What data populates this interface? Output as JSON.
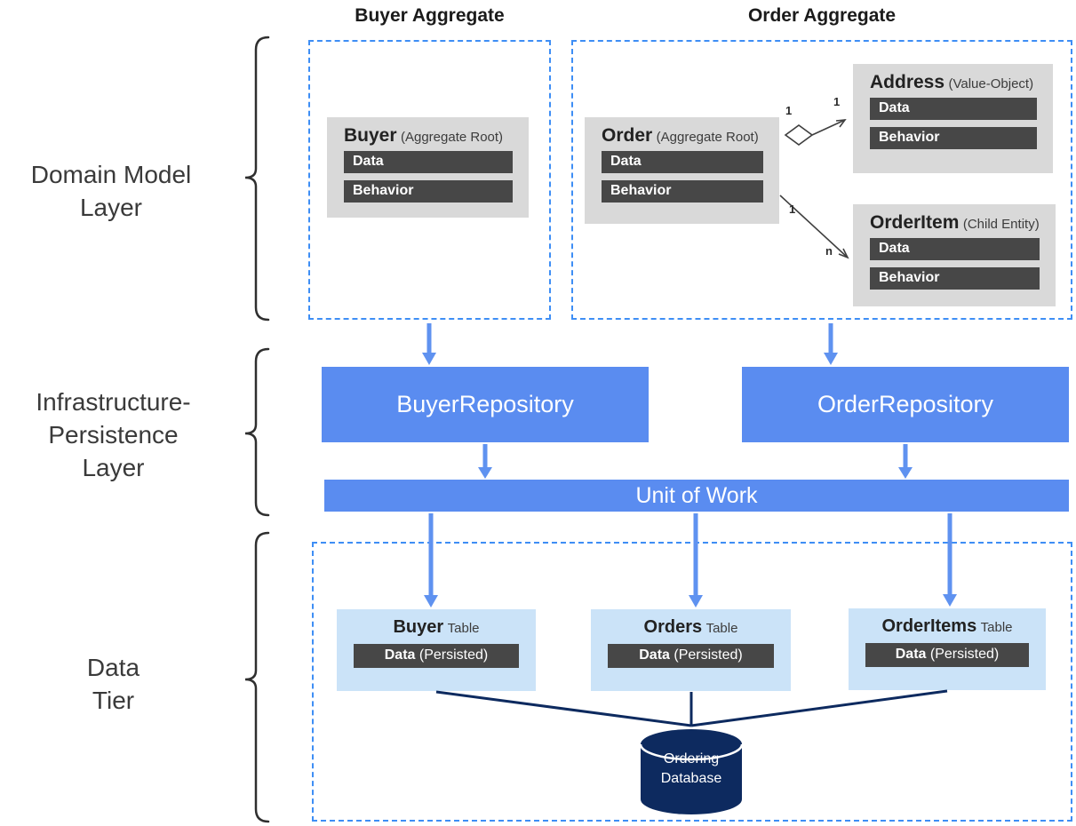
{
  "colors": {
    "dashed_border": "#3e8ef5",
    "repository_blue": "#5a8cf0",
    "arrow_blue": "#5f92f0",
    "card_gray": "#d9d9d9",
    "section_bar_dark": "#474747",
    "table_light_blue": "#cbe3f8",
    "database_navy": "#0d2a5f",
    "brace_dark": "#2f2f2f"
  },
  "layer_labels": {
    "domain": "Domain Model\nLayer",
    "infrastructure": "Infrastructure-\nPersistence\nLayer",
    "data": "Data\nTier"
  },
  "domain_layer": {
    "buyer_aggregate": {
      "title": "Buyer Aggregate",
      "root": {
        "name": "Buyer",
        "stereotype": "(Aggregate Root)",
        "sections": [
          "Data",
          "Behavior"
        ]
      }
    },
    "order_aggregate": {
      "title": "Order Aggregate",
      "root": {
        "name": "Order",
        "stereotype": "(Aggregate Root)",
        "sections": [
          "Data",
          "Behavior"
        ]
      },
      "address": {
        "name": "Address",
        "stereotype": "(Value-Object)",
        "sections": [
          "Data",
          "Behavior"
        ]
      },
      "order_item": {
        "name": "OrderItem",
        "stereotype": "(Child Entity)",
        "sections": [
          "Data",
          "Behavior"
        ]
      },
      "relations": {
        "order_address": {
          "from_mult": "1",
          "to_mult": "1"
        },
        "order_orderitem": {
          "from_mult": "1",
          "to_mult": "n"
        }
      }
    }
  },
  "infrastructure_layer": {
    "buyer_repository": "BuyerRepository",
    "order_repository": "OrderRepository",
    "unit_of_work": "Unit of Work"
  },
  "data_tier": {
    "tables": [
      {
        "name": "Buyer",
        "suffix": "Table",
        "bar_bold": "Data",
        "bar_rest": " (Persisted)"
      },
      {
        "name": "Orders",
        "suffix": "Table",
        "bar_bold": "Data",
        "bar_rest": " (Persisted)"
      },
      {
        "name": "OrderItems",
        "suffix": "Table",
        "bar_bold": "Data",
        "bar_rest": " (Persisted)"
      }
    ],
    "database": {
      "label": "Ordering\nDatabase"
    }
  }
}
